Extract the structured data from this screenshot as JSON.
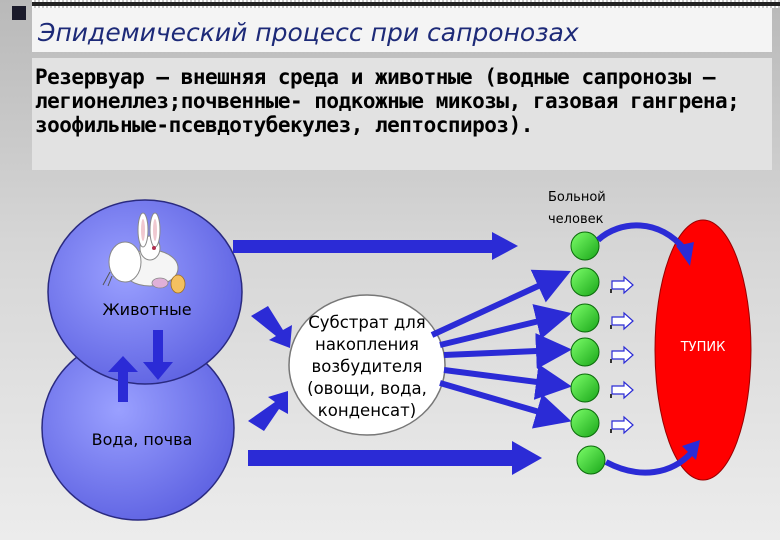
{
  "title": "Эпидемический процесс при сапронозах",
  "subtitle": "Резервуар – внешняя среда и животные (водные сапронозы –легионеллез;почвенные- подкожные микозы, газовая гангрена; зоофильные-псевдотубекулез, лептоспироз).",
  "nodes": {
    "animals": "Животные",
    "water_soil": "Вода, почва",
    "substrate": "Субстрат для накопления возбудителя (овощи, вода, конденсат)",
    "sick_person": "Больной человек",
    "dead_end": "ТУПИК"
  },
  "colors": {
    "ellipse_fill": "#7b7ff0",
    "arrow_blue": "#2b2bd6",
    "green_circle": "#22cc22",
    "dead_end_red": "#ff0000",
    "title_color": "#1d2a78"
  },
  "icons": [
    "rabbit-icon"
  ]
}
